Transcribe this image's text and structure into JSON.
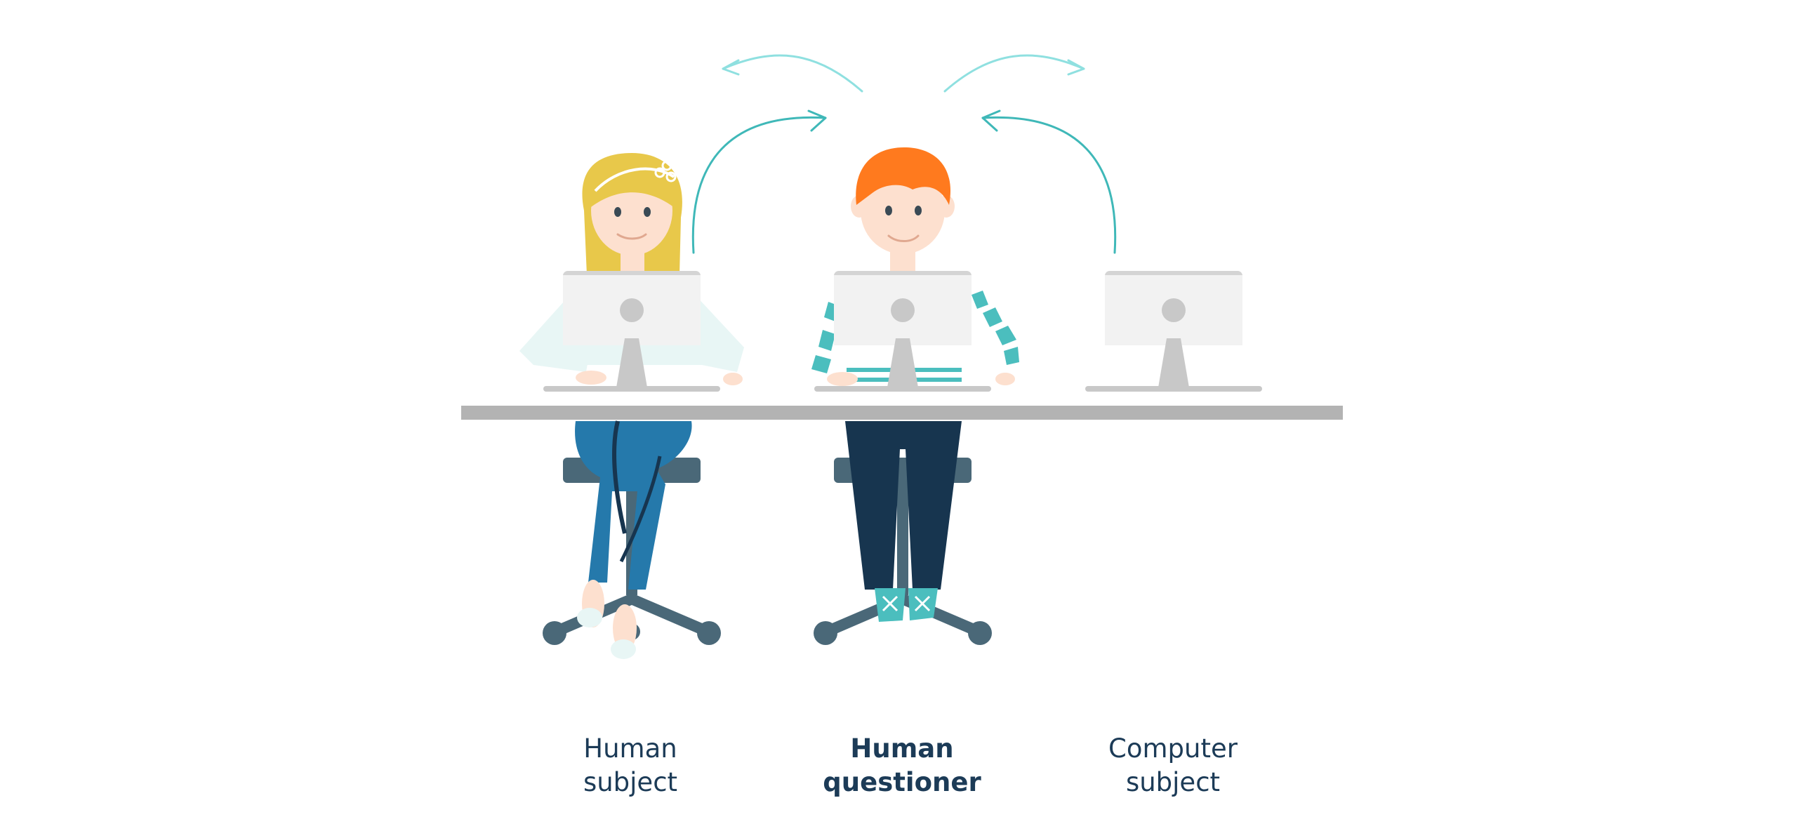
{
  "labels": {
    "human_subject": "Human\nsubject",
    "human_questioner": "Human\nquestioner",
    "computer_subject": "Computer\nsubject"
  },
  "colors": {
    "label_text": "#1c3b57",
    "arrow_dark": "#3fb8b8",
    "arrow_light": "#8fe0e0",
    "desk": "#b3b3b3",
    "monitor": "#f2f2f2",
    "monitor_stand": "#c8c8c8",
    "chair": "#4a6878",
    "woman_hair": "#e8c84a",
    "woman_jeans": "#2579ab",
    "man_hair": "#ff7a1e",
    "man_trousers": "#17354f",
    "man_stripes": "#4bbebe",
    "skin": "#fde0cf"
  }
}
